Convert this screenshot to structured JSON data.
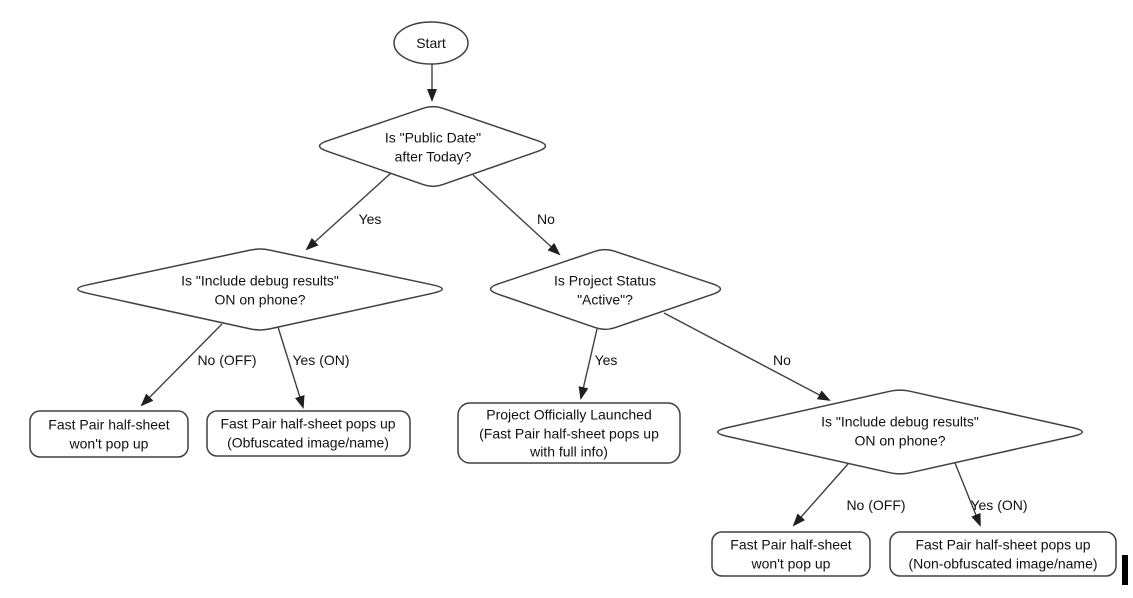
{
  "diagram": {
    "start": {
      "label": "Start"
    },
    "decisions": {
      "public_date": {
        "line1": "Is \"Public Date\"",
        "line2": "after Today?"
      },
      "debug_left": {
        "line1": "Is \"Include debug results\"",
        "line2": "ON on phone?"
      },
      "project_status": {
        "line1": "Is Project Status",
        "line2": "\"Active\"?"
      },
      "debug_right": {
        "line1": "Is \"Include debug results\"",
        "line2": "ON on phone?"
      }
    },
    "outcomes": {
      "no_popup_left": {
        "line1": "Fast Pair half-sheet",
        "line2": "won't pop up"
      },
      "obfuscated": {
        "line1": "Fast Pair half-sheet pops up",
        "line2": "(Obfuscated image/name)"
      },
      "launched": {
        "line1": "Project Officially Launched",
        "line2": "(Fast Pair half-sheet pops up",
        "line3": "with full info)"
      },
      "no_popup_right": {
        "line1": "Fast Pair half-sheet",
        "line2": "won't pop up"
      },
      "non_obfuscated": {
        "line1": "Fast Pair half-sheet pops up",
        "line2": "(Non-obfuscated image/name)"
      }
    },
    "edge_labels": {
      "public_date_yes": "Yes",
      "public_date_no": "No",
      "debug_left_no": "No (OFF)",
      "debug_left_yes": "Yes (ON)",
      "status_yes": "Yes",
      "status_no": "No",
      "debug_right_no": "No (OFF)",
      "debug_right_yes": "Yes (ON)"
    },
    "colors": {
      "shape_stroke": "#404040",
      "arrowhead": "#1f1f1f",
      "text": "#111111",
      "background": "#ffffff",
      "cursor_bar": "#000000"
    }
  }
}
